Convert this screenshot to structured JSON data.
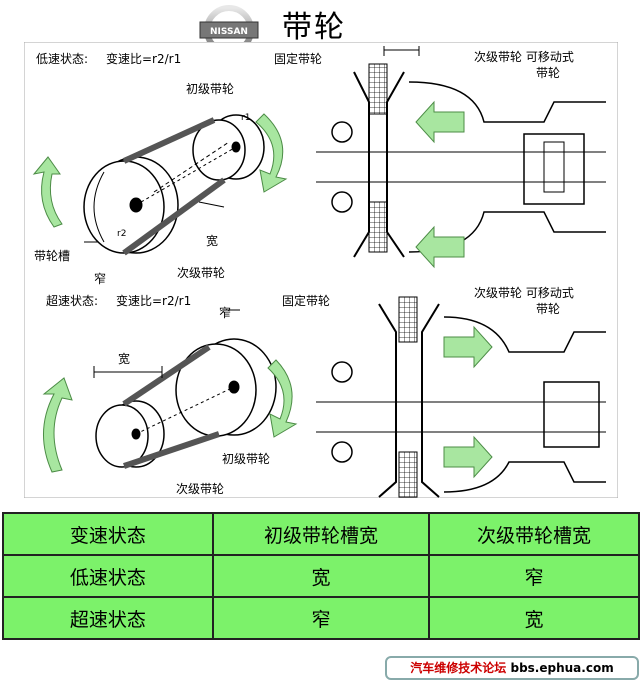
{
  "page": {
    "title": "带轮",
    "logo_text": "NISSAN"
  },
  "low_speed": {
    "state_label": "低速状态:",
    "ratio_label": "变速比=r2/r1",
    "primary_pulley": "初级带轮",
    "secondary_pulley": "次级带轮",
    "pulley_groove": "带轮槽",
    "narrow": "窄",
    "wide": "宽",
    "fixed_pulley": "固定带轮",
    "secondary_movable": "次级带轮 可移动式",
    "movable_line2": "带轮"
  },
  "overdrive": {
    "state_label": "超速状态:",
    "ratio_label": "变速比=r2/r1",
    "primary_pulley": "初级带轮",
    "secondary_pulley": "次级带轮",
    "narrow": "窄",
    "wide": "宽",
    "fixed_pulley": "固定带轮",
    "secondary_movable": "次级带轮 可移动式",
    "movable_line2": "带轮"
  },
  "table": {
    "headers": [
      "变速状态",
      "初级带轮槽宽",
      "次级带轮槽宽"
    ],
    "rows": [
      [
        "低速状态",
        "宽",
        "窄"
      ],
      [
        "超速状态",
        "窄",
        "宽"
      ]
    ]
  },
  "footer": {
    "text": "汽车维修技术论坛",
    "url": "bbs.ephua.com"
  },
  "colors": {
    "table_bg": "#7cf26a",
    "arrow_green": "#a8e6a0"
  }
}
